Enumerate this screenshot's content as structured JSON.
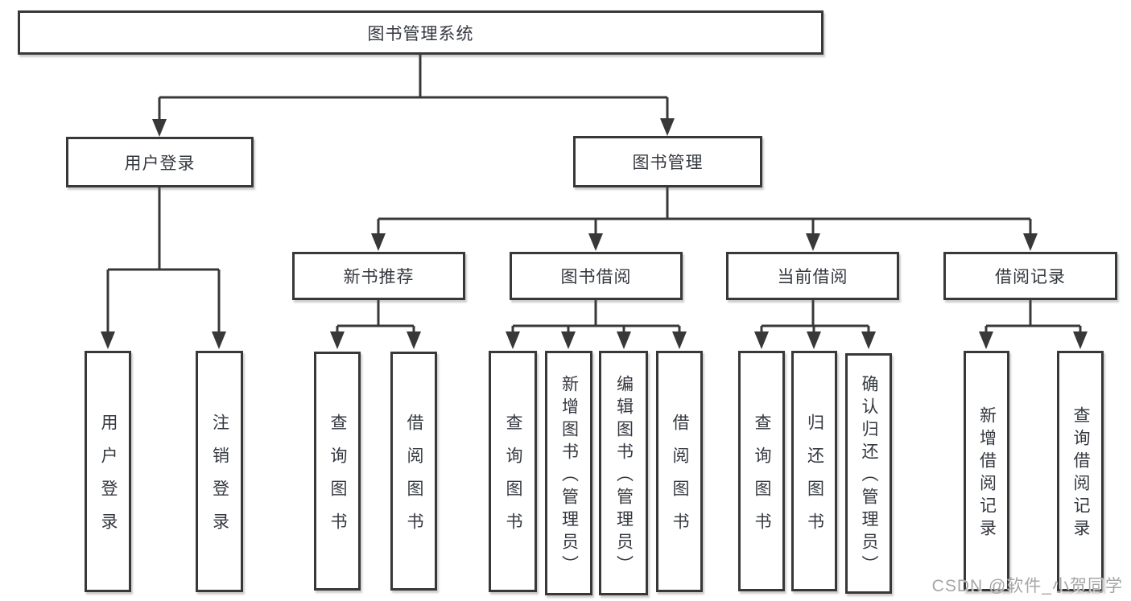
{
  "colors": {
    "line-color": "#383838",
    "text-color": "#34383f",
    "watermark-color": "#a6a6a6"
  },
  "tree": {
    "root": {
      "label": "图书管理系统"
    },
    "branches": [
      {
        "label": "用户登录",
        "children": [
          {
            "label": "用户登录"
          },
          {
            "label": "注销登录"
          }
        ]
      },
      {
        "label": "图书管理",
        "children": [
          {
            "label": "新书推荐",
            "children": [
              {
                "label": "查询图书"
              },
              {
                "label": "借阅图书"
              }
            ]
          },
          {
            "label": "图书借阅",
            "children": [
              {
                "label": "查询图书"
              },
              {
                "label": "新增图书（管理员）"
              },
              {
                "label": "编辑图书（管理员）"
              },
              {
                "label": "借阅图书"
              }
            ]
          },
          {
            "label": "当前借阅",
            "children": [
              {
                "label": "查询图书"
              },
              {
                "label": "归还图书"
              },
              {
                "label": "确认归还（管理员）"
              }
            ]
          },
          {
            "label": "借阅记录",
            "children": [
              {
                "label": "新增借阅记录"
              },
              {
                "label": "查询借阅记录"
              }
            ]
          }
        ]
      }
    ]
  },
  "watermark": {
    "text": "CSDN @软件_小贺同学"
  }
}
